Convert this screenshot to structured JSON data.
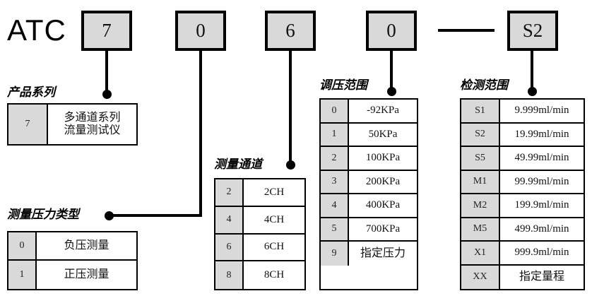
{
  "model_code": {
    "prefix": "ATC",
    "segments": [
      "7",
      "0",
      "6",
      "0",
      "S2"
    ],
    "separator": "—"
  },
  "sections": {
    "product_series": {
      "caption": "产品系列",
      "rows": [
        {
          "code": "7",
          "desc_line1": "多通道系列",
          "desc_line2": "流量测试仪"
        }
      ]
    },
    "pressure_type": {
      "caption": "测量压力类型",
      "rows": [
        {
          "code": "0",
          "desc": "负压测量"
        },
        {
          "code": "1",
          "desc": "正压测量"
        }
      ]
    },
    "channels": {
      "caption": "测量通道",
      "rows": [
        {
          "code": "2",
          "desc": "2CH"
        },
        {
          "code": "4",
          "desc": "4CH"
        },
        {
          "code": "6",
          "desc": "6CH"
        },
        {
          "code": "8",
          "desc": "8CH"
        }
      ]
    },
    "pressure_range": {
      "caption": "调压范围",
      "rows": [
        {
          "code": "0",
          "desc": "-92KPa"
        },
        {
          "code": "1",
          "desc": "50KPa"
        },
        {
          "code": "2",
          "desc": "100KPa"
        },
        {
          "code": "3",
          "desc": "200KPa"
        },
        {
          "code": "4",
          "desc": "400KPa"
        },
        {
          "code": "5",
          "desc": "700KPa"
        },
        {
          "code": "9",
          "desc": "指定压力"
        }
      ]
    },
    "detection_range": {
      "caption": "检测范围",
      "rows": [
        {
          "code": "S1",
          "desc": "9.999ml/min"
        },
        {
          "code": "S2",
          "desc": "19.99ml/min"
        },
        {
          "code": "S5",
          "desc": "49.99ml/min"
        },
        {
          "code": "M1",
          "desc": "99.99ml/min"
        },
        {
          "code": "M2",
          "desc": "199.9ml/min"
        },
        {
          "code": "M5",
          "desc": "499.9ml/min"
        },
        {
          "code": "X1",
          "desc": "999.9ml/min"
        },
        {
          "code": "XX",
          "desc": "指定量程"
        }
      ]
    }
  },
  "colors": {
    "box_fill": "#d9d9d9",
    "line": "#000000",
    "background": "#ffffff"
  }
}
